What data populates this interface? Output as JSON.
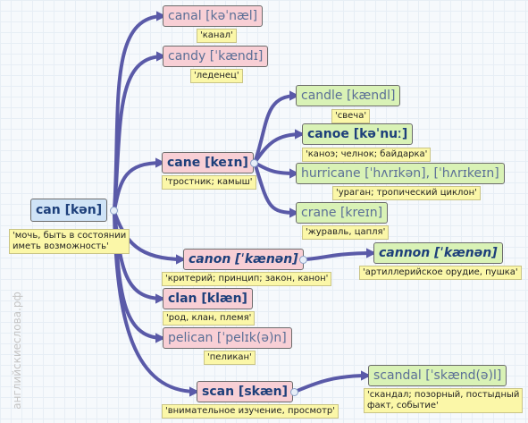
{
  "watermark": "английскиеслова.рф",
  "root": {
    "word": "can [kən]",
    "translation_line1": "'мочь, быть в состоянии",
    "translation_line2": "иметь возможность'"
  },
  "canal": {
    "word": "canal [kəˈnæl]",
    "translation": "'канал'"
  },
  "candy": {
    "word": "candy [ˈkændɪ]",
    "translation": "'леденец'"
  },
  "cane": {
    "word": "cane [keɪn]",
    "translation": "'тростник; камыш'"
  },
  "candle": {
    "word": "candle [kændl]",
    "translation": "'свеча'"
  },
  "canoe": {
    "word": "canoe [kəˈnuː]",
    "translation": "'каноэ; челнок; байдарка'"
  },
  "hurricane": {
    "word": "hurricane [ˈhʌrɪkən], [ˈhʌrɪkeɪn]",
    "translation": "'ураган; тропический циклон'"
  },
  "crane": {
    "word": "crane [kreɪn]",
    "translation": "'журавль, цапля'"
  },
  "canon": {
    "word": "canon [ˈkænən]",
    "translation": "'критерий; принцип; закон, канон'"
  },
  "cannon": {
    "word": "cannon [ˈkænən]",
    "translation": "'артиллерийское орудие, пушка'"
  },
  "clan": {
    "word": "clan [klæn]",
    "translation": "'род, клан, племя'"
  },
  "pelican": {
    "word": "pelican [ˈpelɪk(ə)n]",
    "translation": "'пеликан'"
  },
  "scan": {
    "word": "scan [skæn]",
    "translation": "'внимательное изучение, просмотр'"
  },
  "scandal": {
    "word": "scandal [ˈskænd(ə)l]",
    "translation_line1": "'скандал; позорный, постыдный",
    "translation_line2": "факт, событие'"
  },
  "colors": {
    "edge": "#5a5aa8",
    "pink": "#f8cfd5",
    "green": "#d9f2b6",
    "blue": "#cfe3f6",
    "yellow": "#fbf7a8"
  }
}
